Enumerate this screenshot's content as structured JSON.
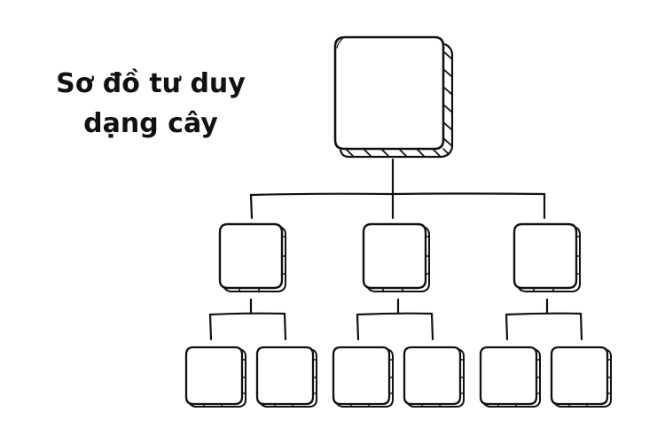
{
  "title": {
    "line1": "Sơ đồ tư duy",
    "line2": "dạng cây"
  },
  "diagram": {
    "type": "tree",
    "stroke_color": "#111111",
    "background": "#ffffff",
    "levels": [
      {
        "level": 0,
        "node_count": 1
      },
      {
        "level": 1,
        "node_count": 3
      },
      {
        "level": 2,
        "node_count": 6
      }
    ],
    "nodes": [
      {
        "id": "root",
        "label": ""
      },
      {
        "id": "child-1",
        "parent": "root",
        "label": ""
      },
      {
        "id": "child-2",
        "parent": "root",
        "label": ""
      },
      {
        "id": "child-3",
        "parent": "root",
        "label": ""
      },
      {
        "id": "leaf-1",
        "parent": "child-1",
        "label": ""
      },
      {
        "id": "leaf-2",
        "parent": "child-1",
        "label": ""
      },
      {
        "id": "leaf-3",
        "parent": "child-2",
        "label": ""
      },
      {
        "id": "leaf-4",
        "parent": "child-2",
        "label": ""
      },
      {
        "id": "leaf-5",
        "parent": "child-3",
        "label": ""
      },
      {
        "id": "leaf-6",
        "parent": "child-3",
        "label": ""
      }
    ]
  }
}
